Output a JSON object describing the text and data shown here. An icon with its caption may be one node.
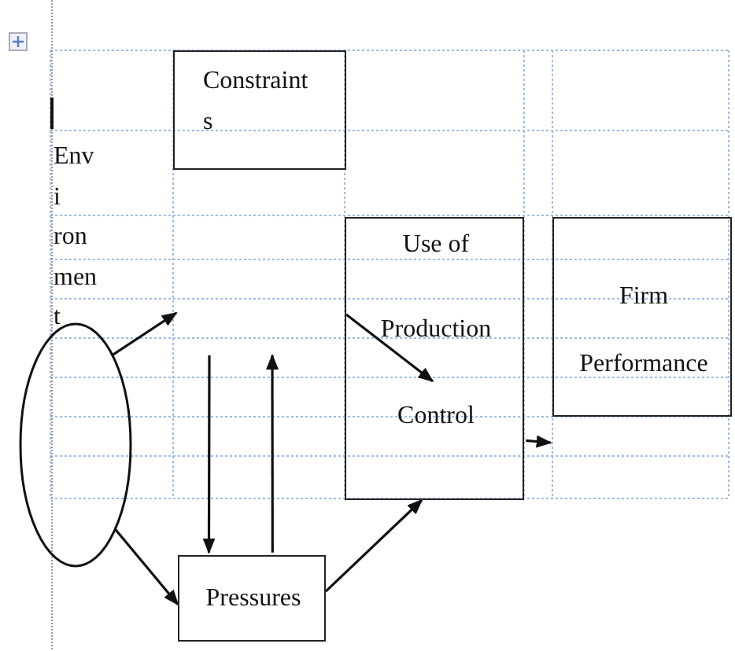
{
  "diagram": {
    "nodes": [
      {
        "text": [
          "Constraint s"
        ]
      },
      {
        "text": [],
        "shape": "circle",
        "beside": [
          "Env i ron men t"
        ]
      },
      {
        "text": [
          "Use of Production Control"
        ]
      },
      {
        "text": [
          "Firm Performance"
        ]
      },
      {
        "text": [
          "Pressures"
        ]
      }
    ],
    "edges": [
      {
        "from": 1,
        "to": null,
        "arrow": "to"
      },
      {
        "from": null,
        "to": 2,
        "arrow": "to"
      },
      {
        "from": null,
        "to": 4,
        "arrow": "to"
      },
      {
        "from": 4,
        "to": null,
        "arrow": "to"
      },
      {
        "from": 1,
        "to": 4,
        "arrow": "to"
      },
      {
        "from": 4,
        "to": 2,
        "arrow": "to"
      },
      {
        "from": 2,
        "to": 3,
        "arrow": "to"
      }
    ]
  }
}
